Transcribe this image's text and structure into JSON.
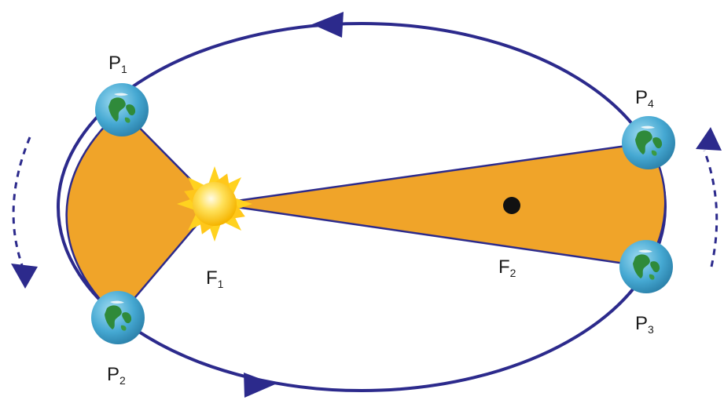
{
  "labels": {
    "p1": {
      "main": "P",
      "sub": "1"
    },
    "p2": {
      "main": "P",
      "sub": "2"
    },
    "p3": {
      "main": "P",
      "sub": "3"
    },
    "p4": {
      "main": "P",
      "sub": "4"
    },
    "f1": {
      "main": "F",
      "sub": "1"
    },
    "f2": {
      "main": "F",
      "sub": "2"
    }
  },
  "colors": {
    "orbit": "#2c2a8c",
    "sweep_area": "#f0a429",
    "sun": "#ffd21f",
    "earth_ocean": "#3fa3cf",
    "earth_land": "#2f8a3a",
    "focus_dot": "#111111"
  },
  "icons": {
    "sun": "sun-icon",
    "earth": "earth-icon",
    "direction": "arrow-icon"
  }
}
